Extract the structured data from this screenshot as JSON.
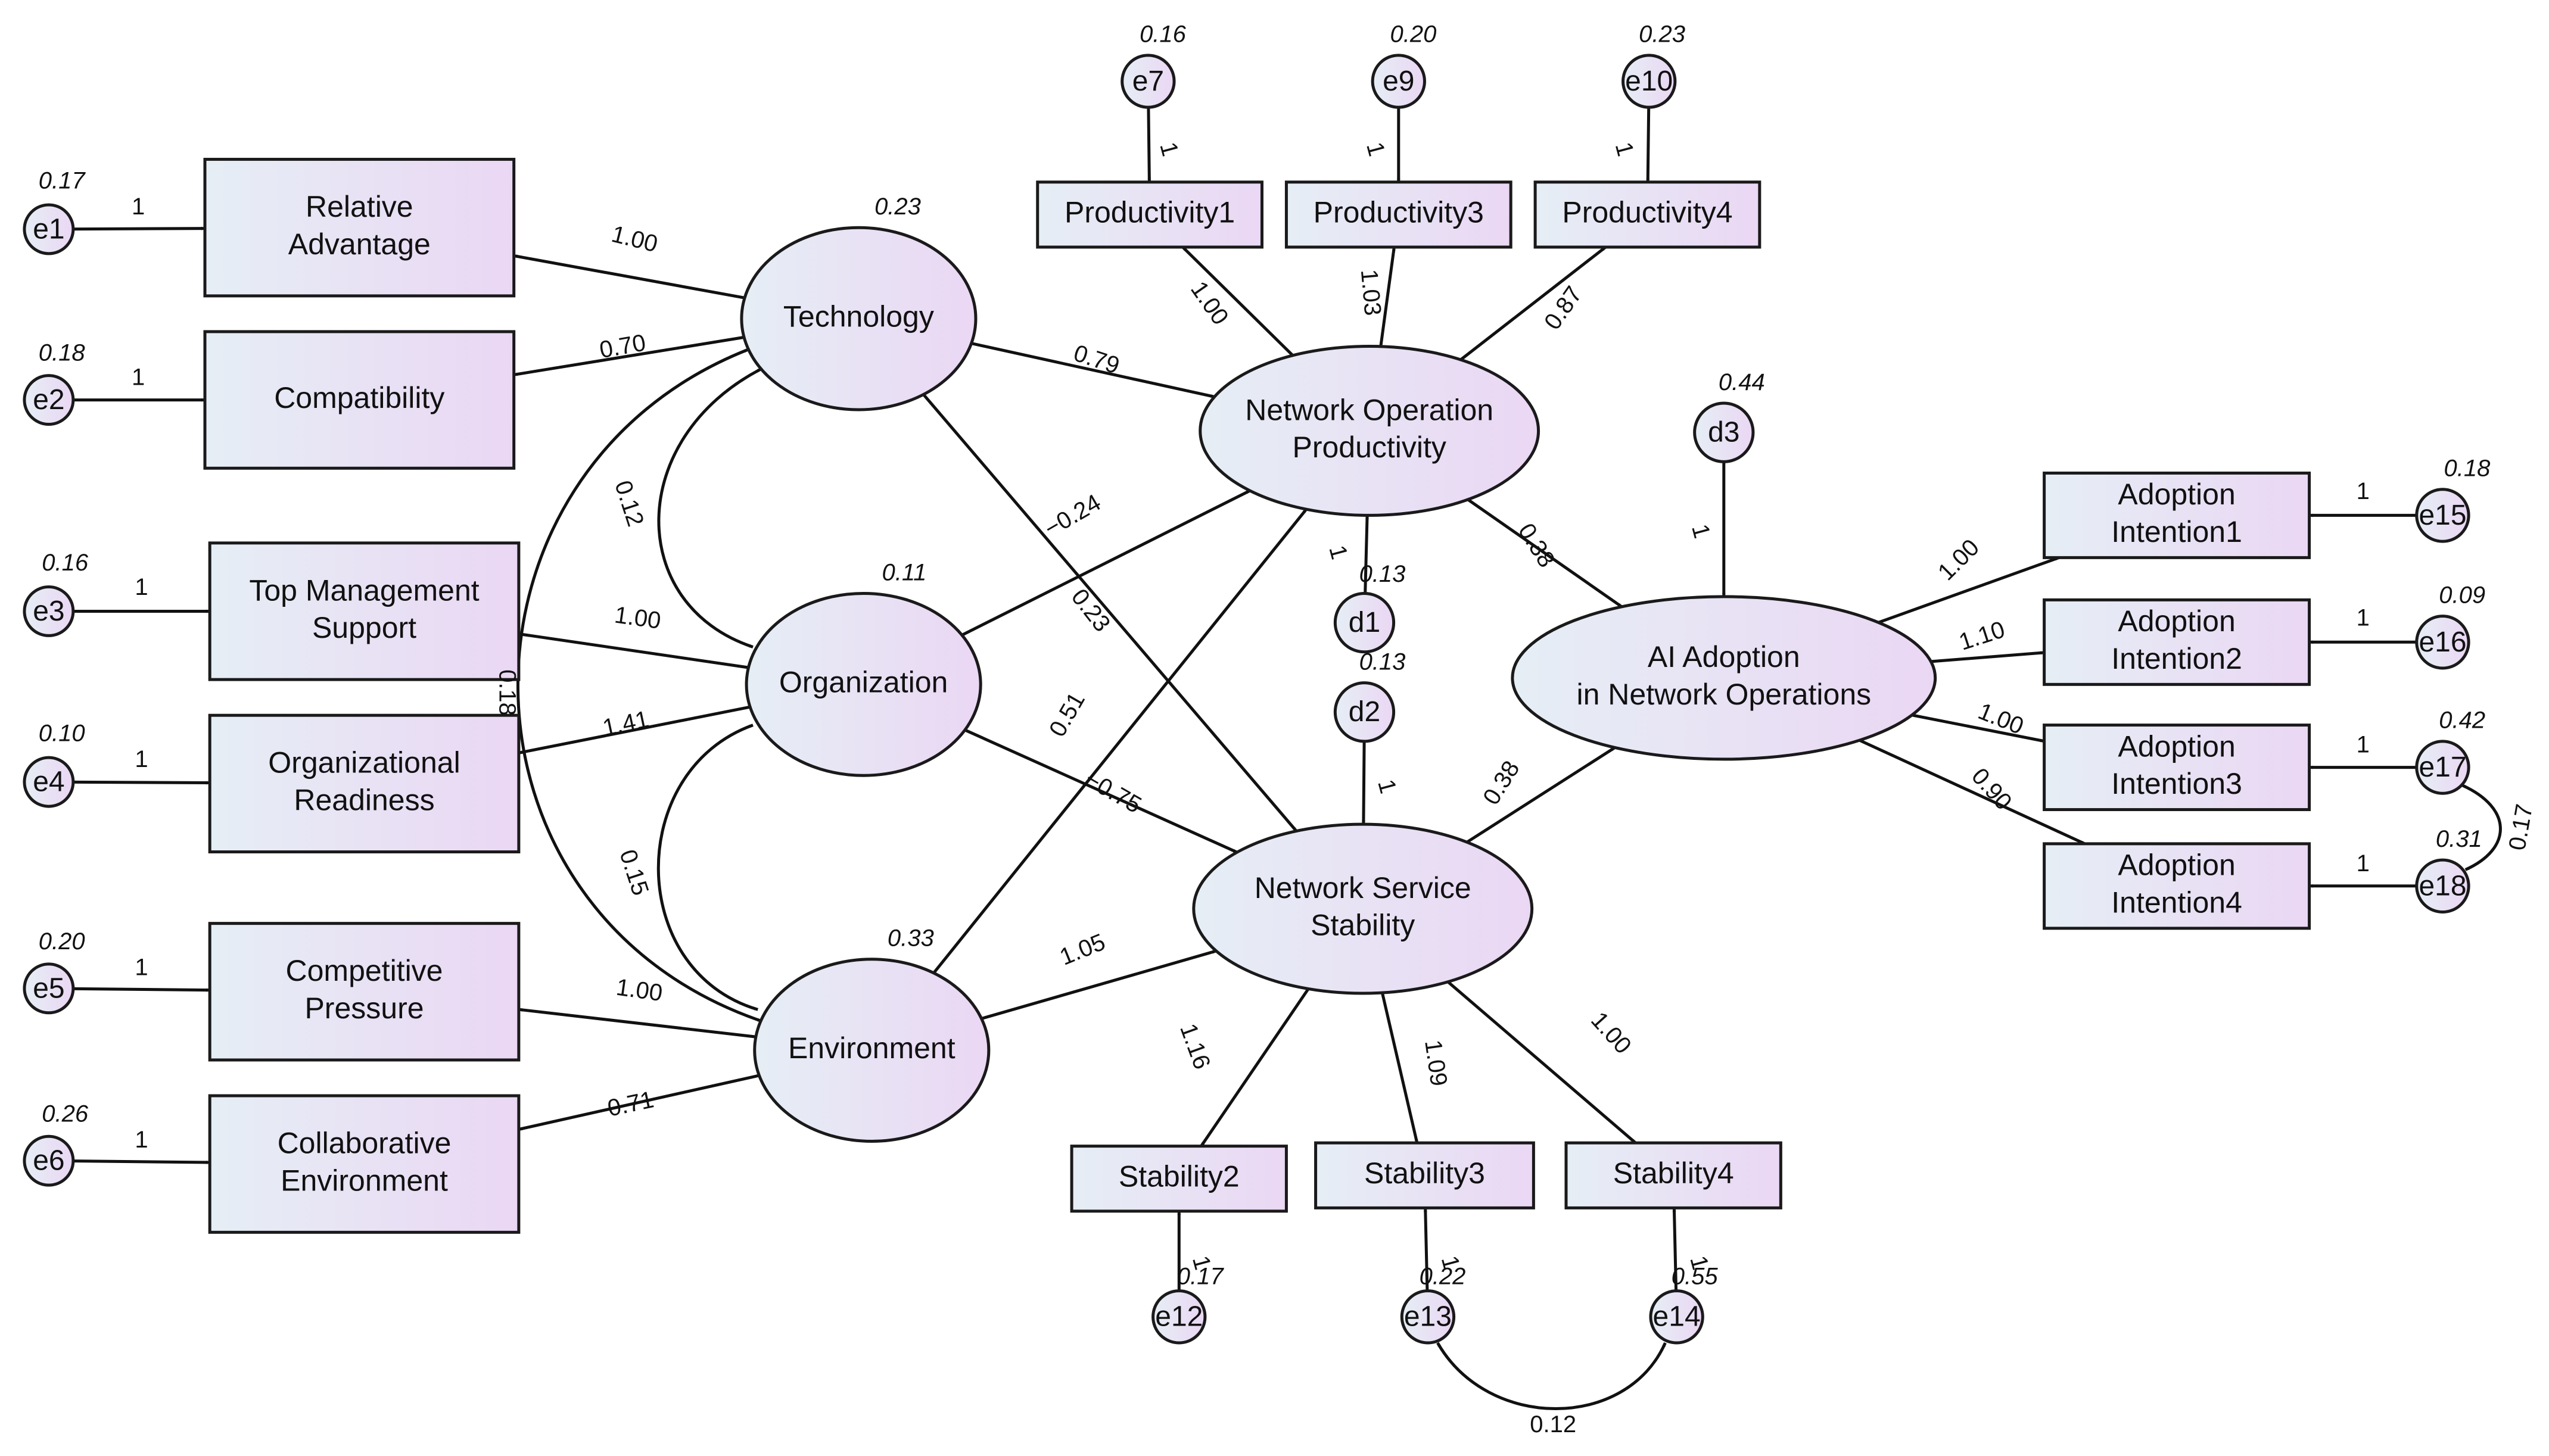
{
  "colors": {
    "fill_start": "#e6eef5",
    "fill_end": "#ead7f4",
    "stroke": "#1a1a1a"
  },
  "nodes": {
    "ra": {
      "lines": [
        "Relative",
        "Advantage"
      ]
    },
    "co": {
      "lines": [
        "Compatibility"
      ]
    },
    "tms": {
      "lines": [
        "Top Management",
        "Support"
      ]
    },
    "or": {
      "lines": [
        "Organizational",
        "Readiness"
      ]
    },
    "cp": {
      "lines": [
        "Competitive",
        "Pressure"
      ]
    },
    "ce": {
      "lines": [
        "Collaborative",
        "Environment"
      ]
    },
    "p1": {
      "lines": [
        "Productivity1"
      ]
    },
    "p3": {
      "lines": [
        "Productivity3"
      ]
    },
    "p4": {
      "lines": [
        "Productivity4"
      ]
    },
    "s2": {
      "lines": [
        "Stability2"
      ]
    },
    "s3": {
      "lines": [
        "Stability3"
      ]
    },
    "s4": {
      "lines": [
        "Stability4"
      ]
    },
    "ai1": {
      "lines": [
        "Adoption",
        "Intention1"
      ]
    },
    "ai2": {
      "lines": [
        "Adoption",
        "Intention2"
      ]
    },
    "ai3": {
      "lines": [
        "Adoption",
        "Intention3"
      ]
    },
    "ai4": {
      "lines": [
        "Adoption",
        "Intention4"
      ]
    },
    "tech": {
      "lines": [
        "Technology"
      ],
      "variance": "0.23"
    },
    "org": {
      "lines": [
        "Organization"
      ],
      "variance": "0.11"
    },
    "env": {
      "lines": [
        "Environment"
      ],
      "variance": "0.33"
    },
    "nop": {
      "lines": [
        "Network Operation",
        "Productivity"
      ]
    },
    "nss": {
      "lines": [
        "Network Service",
        "Stability"
      ]
    },
    "ai": {
      "lines": [
        "AI Adoption",
        "in Network Operations"
      ]
    },
    "e1": {
      "label": "e1",
      "variance": "0.17"
    },
    "e2": {
      "label": "e2",
      "variance": "0.18"
    },
    "e3": {
      "label": "e3",
      "variance": "0.16"
    },
    "e4": {
      "label": "e4",
      "variance": "0.10"
    },
    "e5": {
      "label": "e5",
      "variance": "0.20"
    },
    "e6": {
      "label": "e6",
      "variance": "0.26"
    },
    "e7": {
      "label": "e7",
      "variance": "0.16"
    },
    "e9": {
      "label": "e9",
      "variance": "0.20"
    },
    "e10": {
      "label": "e10",
      "variance": "0.23"
    },
    "e12": {
      "label": "e12",
      "variance": "0.17"
    },
    "e13": {
      "label": "e13",
      "variance": "0.22"
    },
    "e14": {
      "label": "e14",
      "variance": "0.55"
    },
    "e15": {
      "label": "e15",
      "variance": "0.18"
    },
    "e16": {
      "label": "e16",
      "variance": "0.09"
    },
    "e17": {
      "label": "e17",
      "variance": "0.42"
    },
    "e18": {
      "label": "e18",
      "variance": "0.31"
    },
    "d1": {
      "label": "d1",
      "variance": "0.13"
    },
    "d2": {
      "label": "d2",
      "variance": "0.13"
    },
    "d3": {
      "label": "d3",
      "variance": "0.44"
    }
  },
  "paths": {
    "tech_ra": "1.00",
    "tech_co": "0.70",
    "org_tms": "1.00",
    "org_or": "1.41",
    "env_cp": "1.00",
    "env_ce": "0.71",
    "tech_nop": "0.79",
    "tech_nss": "0.23",
    "org_nop": "−0.24",
    "org_nss": "−0.75",
    "env_nop": "0.51",
    "env_nss": "1.05",
    "nop_p1": "1.00",
    "nop_p3": "1.03",
    "nop_p4": "0.87",
    "nss_s2": "1.16",
    "nss_s3": "1.09",
    "nss_s4": "1.00",
    "nop_ai": "0.38",
    "nss_ai": "0.38",
    "ai_ai1": "1.00",
    "ai_ai2": "1.10",
    "ai_ai3": "1.00",
    "ai_ai4": "0.90",
    "err_fixed": "1"
  },
  "covariances": {
    "tech_org": "0.12",
    "org_env": "0.15",
    "tech_env": "0.18",
    "e13_e14": "0.12",
    "e17_e18": "0.17"
  }
}
